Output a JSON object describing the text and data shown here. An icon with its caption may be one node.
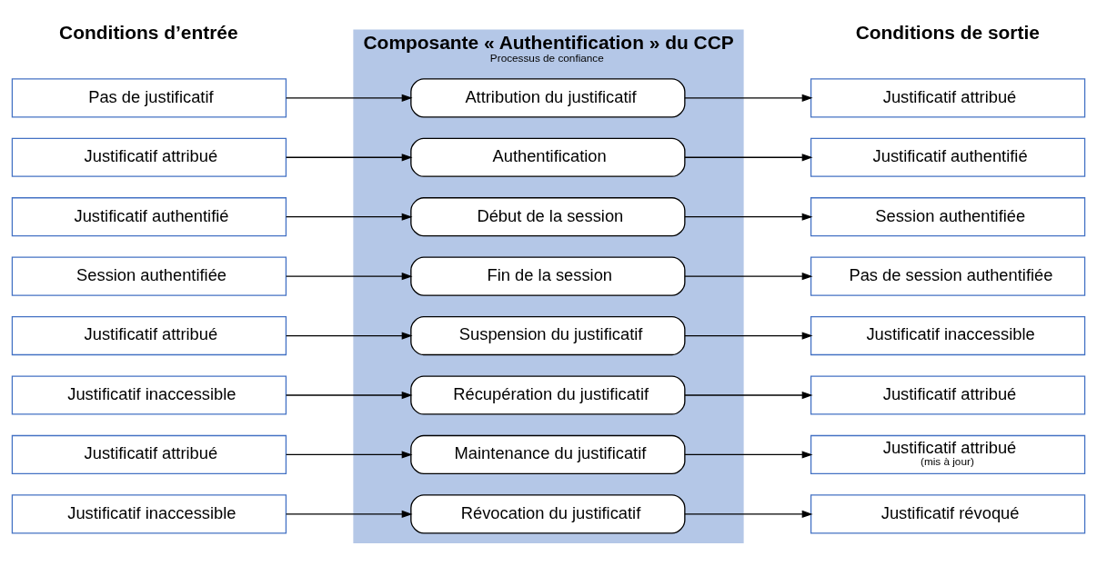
{
  "diagram": {
    "nodes": [
      {
        "text": [
          "Composante « Authentification » du CCP",
          "Processus de confiance"
        ]
      },
      {
        "text": [
          "Pas de justificatif"
        ]
      },
      {
        "text": [
          "Attribution du justificatif"
        ],
        "in": 0
      },
      {
        "text": [
          "Justificatif attribué"
        ]
      },
      {
        "text": [
          "Justificatif attribué"
        ]
      },
      {
        "text": [
          "Authentification"
        ],
        "in": 0
      },
      {
        "text": [
          "Justificatif authentifié"
        ]
      },
      {
        "text": [
          "Justificatif authentifié"
        ]
      },
      {
        "text": [
          "Début de la session"
        ],
        "in": 0
      },
      {
        "text": [
          "Session authentifiée"
        ]
      },
      {
        "text": [
          "Session authentifiée"
        ]
      },
      {
        "text": [
          "Fin de la session"
        ],
        "in": 0
      },
      {
        "text": [
          "Pas de session authentifiée"
        ]
      },
      {
        "text": [
          "Justificatif attribué"
        ]
      },
      {
        "text": [
          "Suspension du justificatif"
        ],
        "in": 0
      },
      {
        "text": [
          "Justificatif inaccessible"
        ]
      },
      {
        "text": [
          "Justificatif inaccessible"
        ]
      },
      {
        "text": [
          "Récupération du justificatif"
        ],
        "in": 0
      },
      {
        "text": [
          "Justificatif attribué"
        ]
      },
      {
        "text": [
          "Justificatif attribué"
        ]
      },
      {
        "text": [
          "Maintenance du justificatif"
        ],
        "in": 0
      },
      {
        "text": [
          "Justificatif attribué",
          "(mis à jour)"
        ]
      },
      {
        "text": [
          "Justificatif inaccessible"
        ]
      },
      {
        "text": [
          "Révocation du justificatif"
        ],
        "in": 0
      },
      {
        "text": [
          "Justificatif révoqué"
        ]
      }
    ],
    "edges": [
      {
        "from": 1,
        "to": 2,
        "arrow": "to"
      },
      {
        "from": 2,
        "to": 3,
        "arrow": "to"
      },
      {
        "from": 4,
        "to": 5,
        "arrow": "to"
      },
      {
        "from": 5,
        "to": 6,
        "arrow": "to"
      },
      {
        "from": 7,
        "to": 8,
        "arrow": "to"
      },
      {
        "from": 8,
        "to": 9,
        "arrow": "to"
      },
      {
        "from": 10,
        "to": 11,
        "arrow": "to"
      },
      {
        "from": 11,
        "to": 12,
        "arrow": "to"
      },
      {
        "from": 13,
        "to": 14,
        "arrow": "to"
      },
      {
        "from": 14,
        "to": 15,
        "arrow": "to"
      },
      {
        "from": 16,
        "to": 17,
        "arrow": "to"
      },
      {
        "from": 17,
        "to": 18,
        "arrow": "to"
      },
      {
        "from": 19,
        "to": 20,
        "arrow": "to"
      },
      {
        "from": 20,
        "to": 21,
        "arrow": "to"
      },
      {
        "from": 22,
        "to": 23,
        "arrow": "to"
      },
      {
        "from": 23,
        "to": 24,
        "arrow": "to"
      }
    ],
    "labels": [
      "Conditions d’entrée",
      "Conditions de sortie"
    ]
  }
}
